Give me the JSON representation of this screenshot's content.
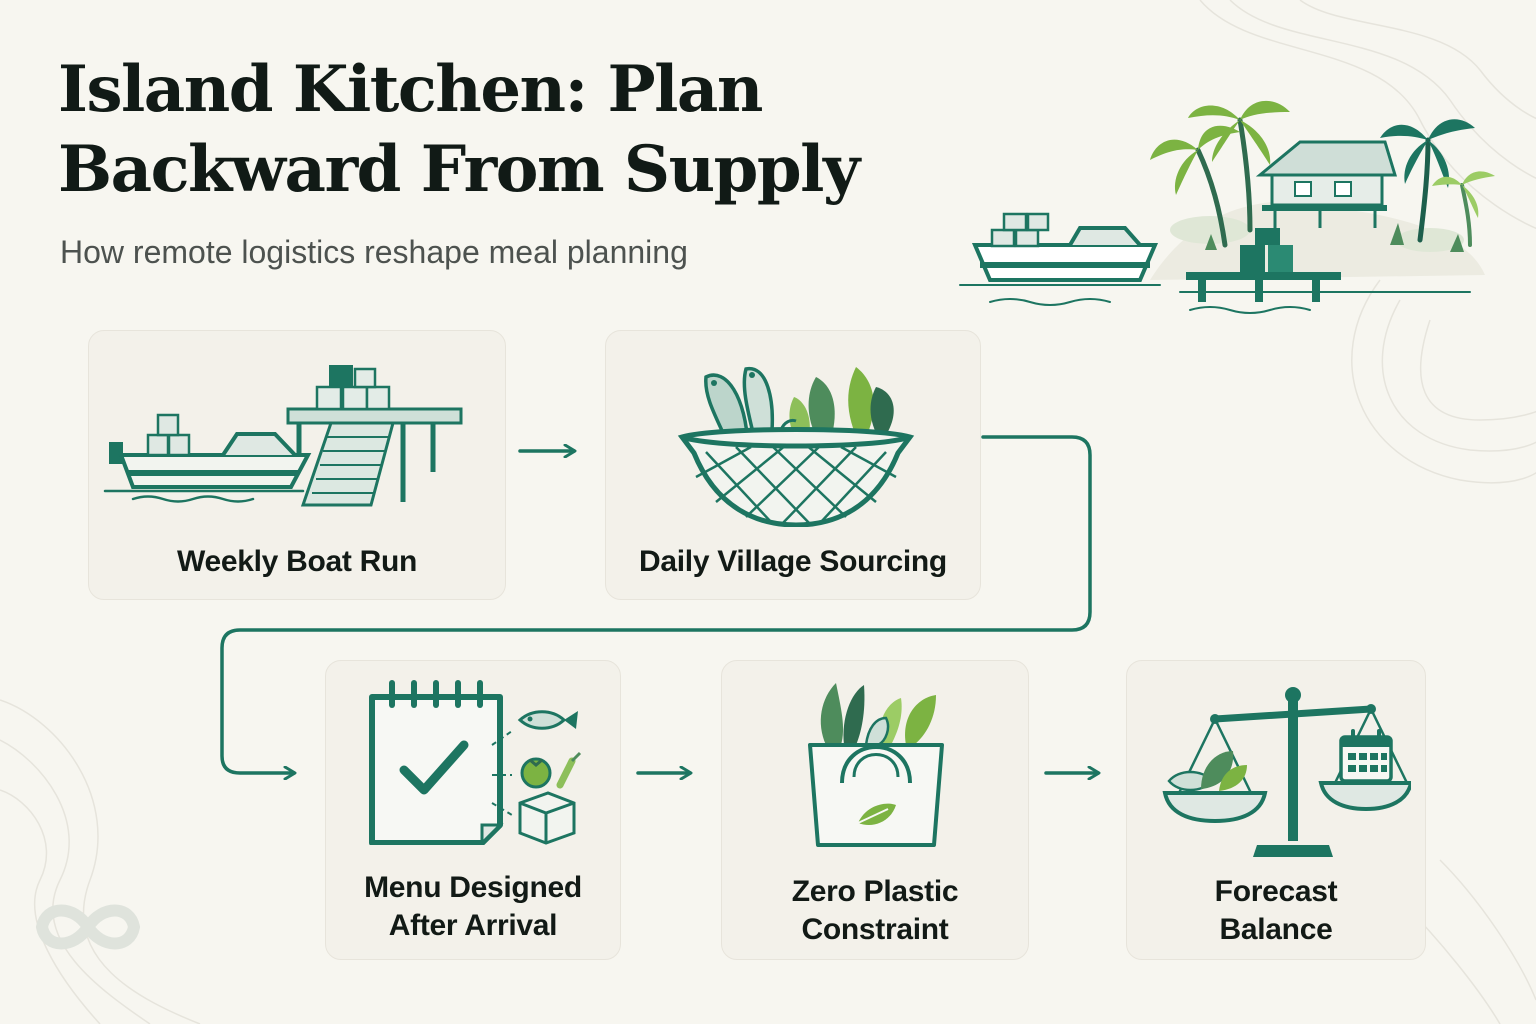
{
  "header": {
    "title": "Island Kitchen: Plan Backward From Supply",
    "subtitle": "How remote logistics reshape meal planning"
  },
  "steps": [
    {
      "label": "Weekly Boat Run",
      "icon": "boat-dock-icon"
    },
    {
      "label": "Daily Village Sourcing",
      "icon": "produce-basket-icon"
    },
    {
      "label": "Menu Designed After Arrival",
      "icon": "menu-notepad-icon"
    },
    {
      "label": "Zero Plastic Constraint",
      "icon": "reusable-bag-icon"
    },
    {
      "label": "Forecast Balance",
      "icon": "balance-scale-icon"
    }
  ],
  "colors": {
    "primary": "#1d7561",
    "accent_green": "#7cb342",
    "background": "#f7f6f0",
    "card": "#f3f1ea"
  }
}
